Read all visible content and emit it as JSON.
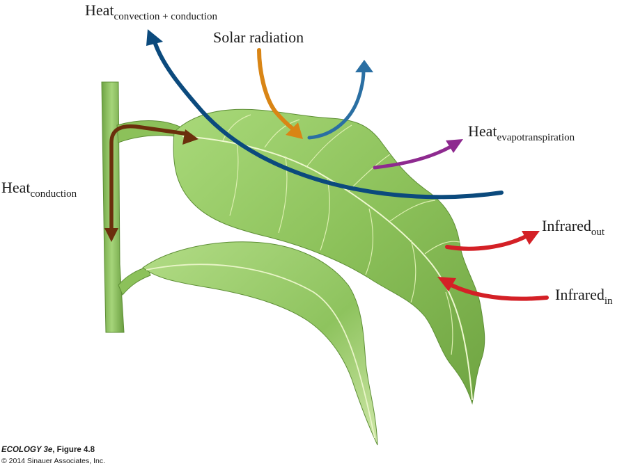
{
  "labels": {
    "heat_convection_conduction": {
      "main": "Heat",
      "sub": "convection + conduction"
    },
    "solar_radiation": "Solar radiation",
    "heat_evapotranspiration": {
      "main": "Heat",
      "sub": "evapotranspiration"
    },
    "heat_conduction": {
      "main": "Heat",
      "sub": "conduction"
    },
    "infrared_out": {
      "main": "Infrared",
      "sub": "out"
    },
    "infrared_in": {
      "main": "Infrared",
      "sub": "in"
    }
  },
  "credit": {
    "book": "ECOLOGY 3e",
    "figure": ", Figure 4.8",
    "copyright": "© 2014 Sinauer Associates, Inc."
  },
  "colors": {
    "convection_arrow": "#0b4a7d",
    "solar_arrow": "#d98515",
    "reflected_arrow": "#2a6fa3",
    "evapotranspiration_arrow": "#8e2a8f",
    "infrared_arrow": "#d42026",
    "conduction_arrow": "#6b2f0c",
    "leaf": "#8fc45c",
    "stem": "#8dc35a"
  }
}
